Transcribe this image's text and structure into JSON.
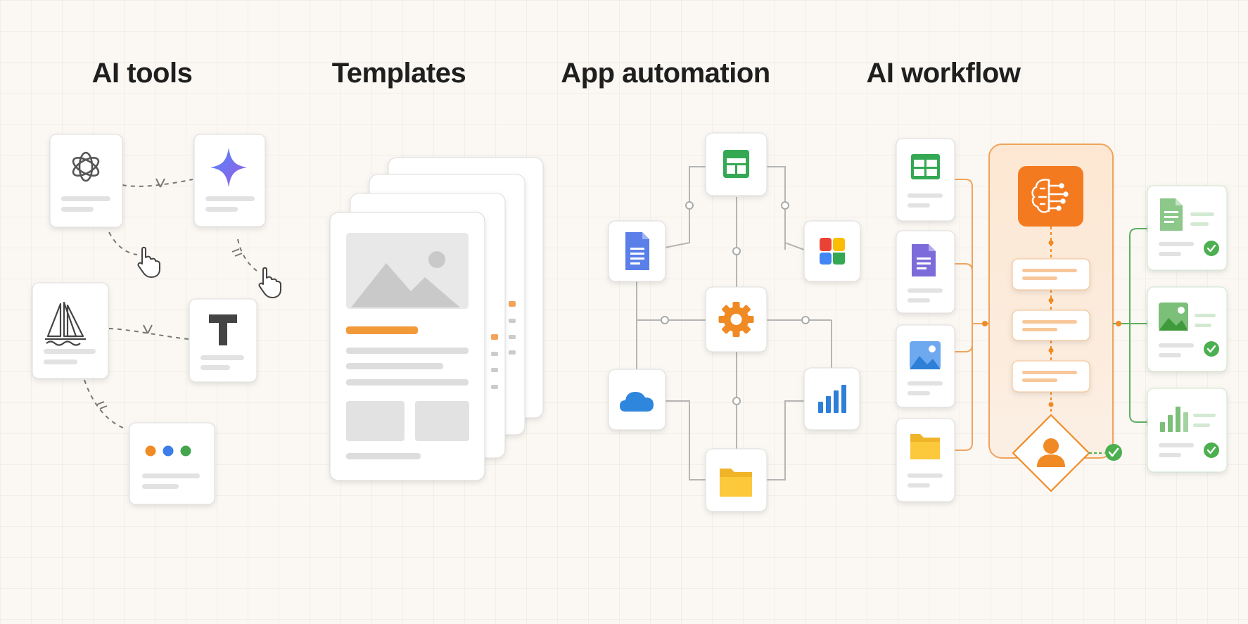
{
  "sections": {
    "ai_tools": {
      "title": "AI tools"
    },
    "templates": {
      "title": "Templates"
    },
    "app_automation": {
      "title": "App automation"
    },
    "ai_workflow": {
      "title": "AI workflow"
    }
  },
  "icons": {
    "ai_tools": [
      "openai-logo-icon",
      "sparkle-star-icon",
      "sailboat-icon",
      "text-t-icon",
      "colored-dots-icon",
      "hand-pointer-icon"
    ],
    "templates": [
      "image-placeholder-icon"
    ],
    "app_automation": [
      "spreadsheet-icon",
      "document-icon",
      "shapes-icon",
      "gear-icon",
      "cloud-icon",
      "bar-chart-icon",
      "folder-icon"
    ],
    "ai_workflow": [
      "spreadsheet-icon",
      "document-icon",
      "image-icon",
      "folder-icon",
      "brain-icon",
      "person-icon",
      "check-icon"
    ]
  },
  "colors": {
    "background": "#fbf8f3",
    "accent_orange": "#f08a24",
    "green": "#4caf50",
    "google_blue": "#4285f4",
    "google_green": "#34a853",
    "google_yellow": "#fbbc04",
    "google_red": "#ea4335",
    "purple": "#7c6cd9",
    "card_border": "#dddddd"
  }
}
